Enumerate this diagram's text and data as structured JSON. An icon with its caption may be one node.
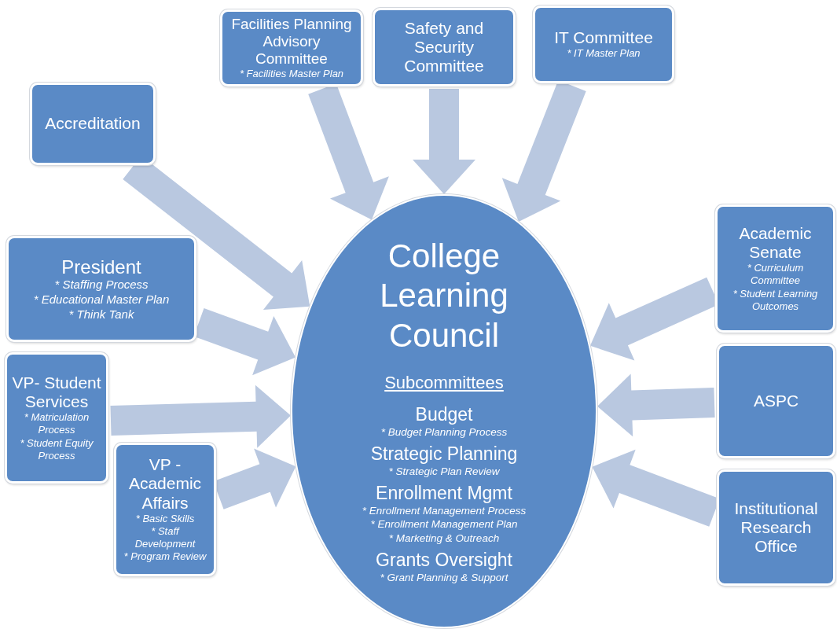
{
  "diagram": {
    "nodes": [
      {
        "text": [
          "Facilities Planning Advisory Committee",
          "* Facilities Master Plan"
        ]
      },
      {
        "text": [
          "Safety and Security Committee"
        ]
      },
      {
        "text": [
          "IT Committee",
          "* IT Master Plan"
        ]
      },
      {
        "text": [
          "Accreditation"
        ]
      },
      {
        "text": [
          "College Learning Council",
          "Subcommittees",
          "Budget",
          "* Budget Planning Process",
          "Strategic Planning",
          "* Strategic Plan Review",
          "Enrollment Mgmt",
          "* Enrollment Management Process",
          "* Enrollment Management Plan",
          "* Marketing & Outreach",
          "Grants Oversight",
          "* Grant Planning & Support"
        ]
      },
      {
        "text": [
          "Academic Senate",
          "* Curriculum Committee",
          "* Student Learning Outcomes"
        ]
      },
      {
        "text": [
          "President",
          "* Staffing Process",
          "* Educational Master Plan",
          "* Think Tank"
        ]
      },
      {
        "text": [
          "VP- Student Services",
          "* Matriculation Process",
          "* Student Equity Process"
        ]
      },
      {
        "text": [
          "ASPC"
        ]
      },
      {
        "text": [
          "VP - Academic Affairs",
          "* Basic Skills",
          "* Staff Development",
          "* Program Review"
        ]
      },
      {
        "text": [
          "Institutional Research Office"
        ]
      }
    ],
    "edges": [
      {
        "from": 0,
        "to": 4,
        "arrow": "to"
      },
      {
        "from": 1,
        "to": 4,
        "arrow": "to"
      },
      {
        "from": 2,
        "to": 4,
        "arrow": "to"
      },
      {
        "from": 3,
        "to": 4,
        "arrow": "to"
      },
      {
        "from": 6,
        "to": 4,
        "arrow": "to"
      },
      {
        "from": 7,
        "to": 4,
        "arrow": "to"
      },
      {
        "from": 9,
        "to": 4,
        "arrow": "to"
      },
      {
        "from": 5,
        "to": 4,
        "arrow": "to"
      },
      {
        "from": 8,
        "to": 4,
        "arrow": "to"
      },
      {
        "from": 10,
        "to": 4,
        "arrow": "to"
      }
    ]
  }
}
